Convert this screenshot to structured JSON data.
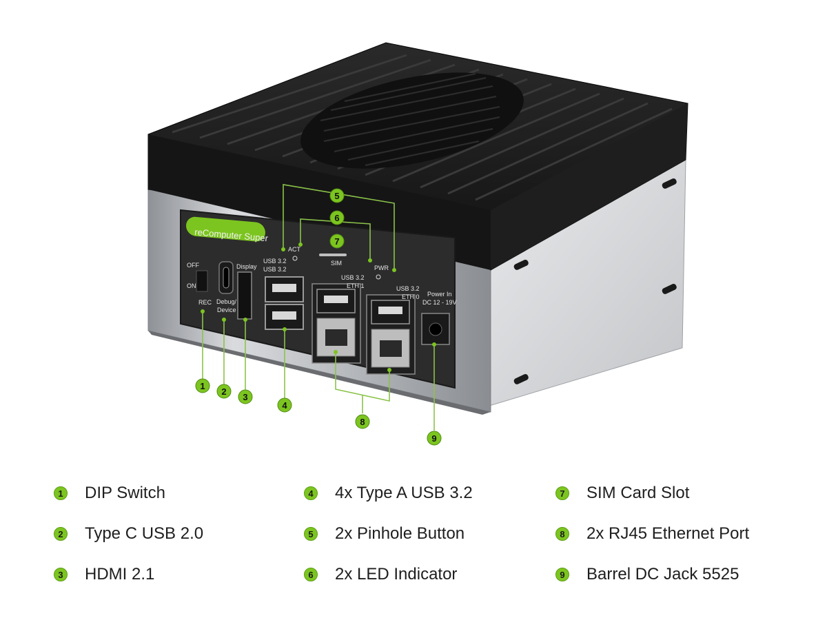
{
  "device": {
    "brand_label": "reComputer Super",
    "panel_labels": {
      "dip_off": "OFF",
      "dip_on": "ON",
      "rec": "REC",
      "debug": "Debug/",
      "device": "Device",
      "display": "Display",
      "usb_top": "USB 3.2",
      "usb_bottom": "USB 3.2",
      "act": "ACT",
      "sim": "SIM",
      "pwr": "PWR",
      "usb_eth1": "USB 3.2",
      "eth1": "ETH 1",
      "usb_eth0": "USB 3.2",
      "eth0": "ETH 0",
      "power_in": "Power In",
      "dc_range": "DC 12 - 19V"
    }
  },
  "callouts": [
    "1",
    "2",
    "3",
    "4",
    "5",
    "6",
    "7",
    "8",
    "9"
  ],
  "legend": [
    {
      "num": "1",
      "label": "DIP Switch"
    },
    {
      "num": "2",
      "label": "Type C USB 2.0"
    },
    {
      "num": "3",
      "label": "HDMI 2.1"
    },
    {
      "num": "4",
      "label": "4x Type A USB 3.2"
    },
    {
      "num": "5",
      "label": "2x Pinhole Button"
    },
    {
      "num": "6",
      "label": "2x LED Indicator"
    },
    {
      "num": "7",
      "label": "SIM Card Slot"
    },
    {
      "num": "8",
      "label": "2x RJ45 Ethernet Port"
    },
    {
      "num": "9",
      "label": "Barrel DC Jack 5525"
    }
  ],
  "colors": {
    "accent_green": "#7cc520",
    "leader_line": "#8bc34a",
    "heatsink": "#1c1c1c",
    "panel": "#2b2b2b",
    "chassis": "#c9cbce"
  }
}
